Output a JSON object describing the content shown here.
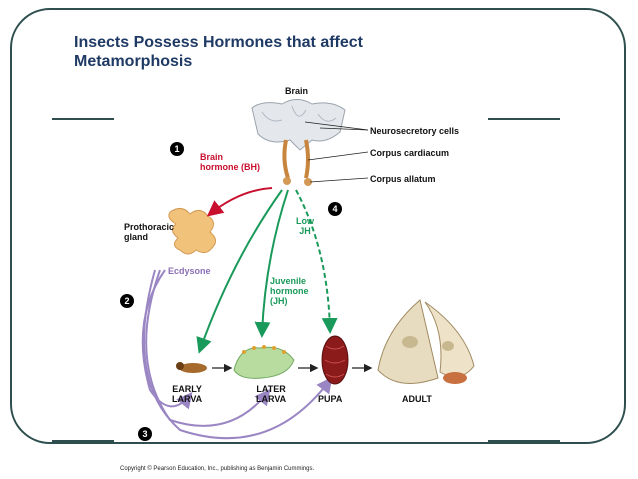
{
  "title": {
    "line1": "Insects Possess Hormones that affect",
    "line2": "Metamorphosis"
  },
  "labels": {
    "brain": "Brain",
    "neurosecretory": "Neurosecretory cells",
    "corpus_cardiacum": "Corpus cardiacum",
    "corpus_allatum": "Corpus allatum",
    "brain_hormone_1": "Brain",
    "brain_hormone_2": "hormone (BH)",
    "prothoracic_1": "Prothoracic",
    "prothoracic_2": "gland",
    "ecdysone": "Ecdysone",
    "low_jh_1": "Low",
    "low_jh_2": "JH",
    "jh_1": "Juvenile",
    "jh_2": "hormone",
    "jh_3": "(JH)",
    "early_1": "EARLY",
    "early_2": "LARVA",
    "later_1": "LATER",
    "later_2": "LARVA",
    "pupa": "PUPA",
    "adult": "ADULT"
  },
  "steps": [
    "1",
    "2",
    "3",
    "4"
  ],
  "copyright": "Copyright © Pearson Education, Inc., publishing as Benjamin Cummings.",
  "colors": {
    "red_arrow": "#c8102e",
    "green_arrow": "#1a9a5a",
    "purple_arrow": "#9b86c4",
    "frame": "#2f4f4f",
    "title": "#1f3a64"
  }
}
